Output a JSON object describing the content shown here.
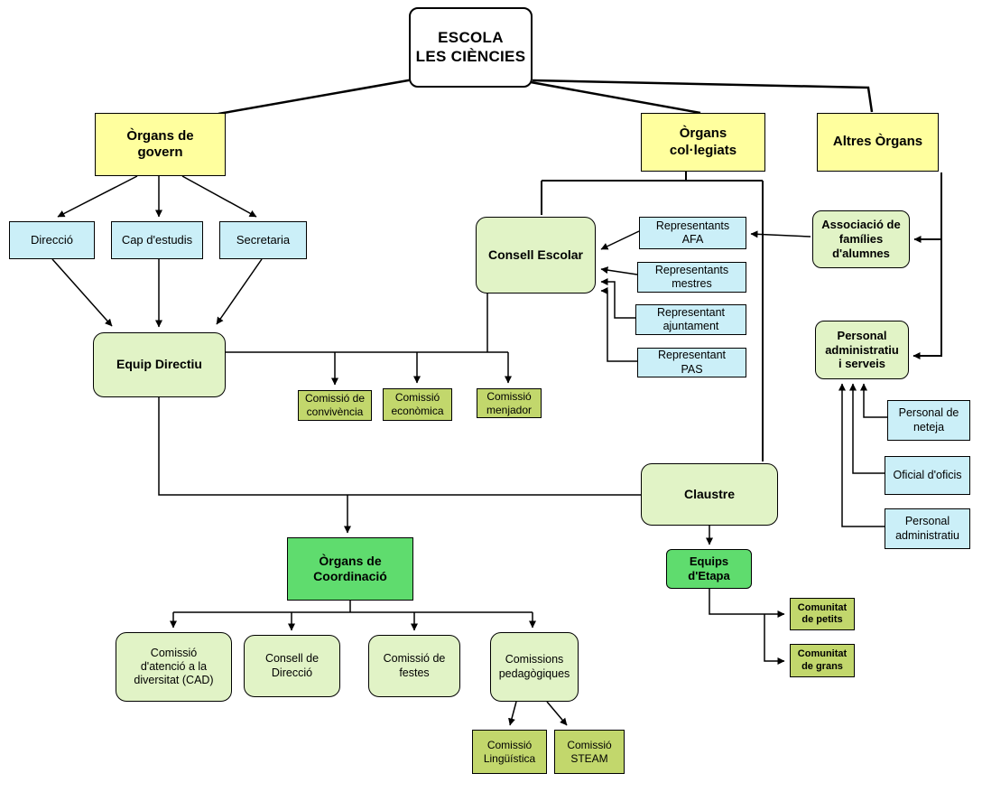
{
  "diagram": {
    "title": "ESCOLA\nLES CIÈNCIES",
    "nodes": {
      "organs_govern": "Òrgans de\ngovern",
      "organs_collegiats": "Òrgans\ncol·legiats",
      "altres_organs": "Altres Òrgans",
      "direccio": "Direcció",
      "cap_estudis": "Cap d'estudis",
      "secretaria": "Secretaria",
      "equip_directiu": "Equip Directiu",
      "consell_escolar": "Consell Escolar",
      "representants_afa": "Representants\nAFA",
      "representants_mestres": "Representants\nmestres",
      "representant_ajuntament": "Representant\najuntament",
      "representant_pas": "Representant\nPAS",
      "associacio_families": "Associació de\nfamílies\nd'alumnes",
      "personal_admin_serveis": "Personal\nadministratiu\ni serveis",
      "personal_neteja": "Personal de\nneteja",
      "oficial_oficis": "Oficial d'oficis",
      "personal_administratiu": "Personal\nadministratiu",
      "comissio_convivencia": "Comissió de\nconvivència",
      "comissio_economica": "Comissió\neconòmica",
      "comissio_menjador": "Comissió\nmenjador",
      "claustre": "Claustre",
      "organs_coordinacio": "Òrgans de\nCoordinació",
      "comissio_cad": "Comissió\nd'atenció a la\ndiversitat (CAD)",
      "consell_direccio": "Consell de\nDirecció",
      "comissio_festes": "Comissió de\nfestes",
      "comissions_pedagogiques": "Comissions\npedagògiques",
      "comissio_linguistica": "Comissió\nLingüística",
      "comissio_steam": "Comissió\nSTEAM",
      "equips_etapa": "Equips\nd'Etapa",
      "comunitat_petits": "Comunitat\nde petits",
      "comunitat_grans": "Comunitat\nde grans"
    },
    "colors": {
      "level1_yellow": "#FFFF9E",
      "cyan_blue": "#CBEFF8",
      "pale_green": "#E1F3C6",
      "olive_green": "#C2D76C",
      "bright_green": "#5FDC6E",
      "title_white": "#FFFFFF",
      "line_black": "#000000"
    }
  }
}
